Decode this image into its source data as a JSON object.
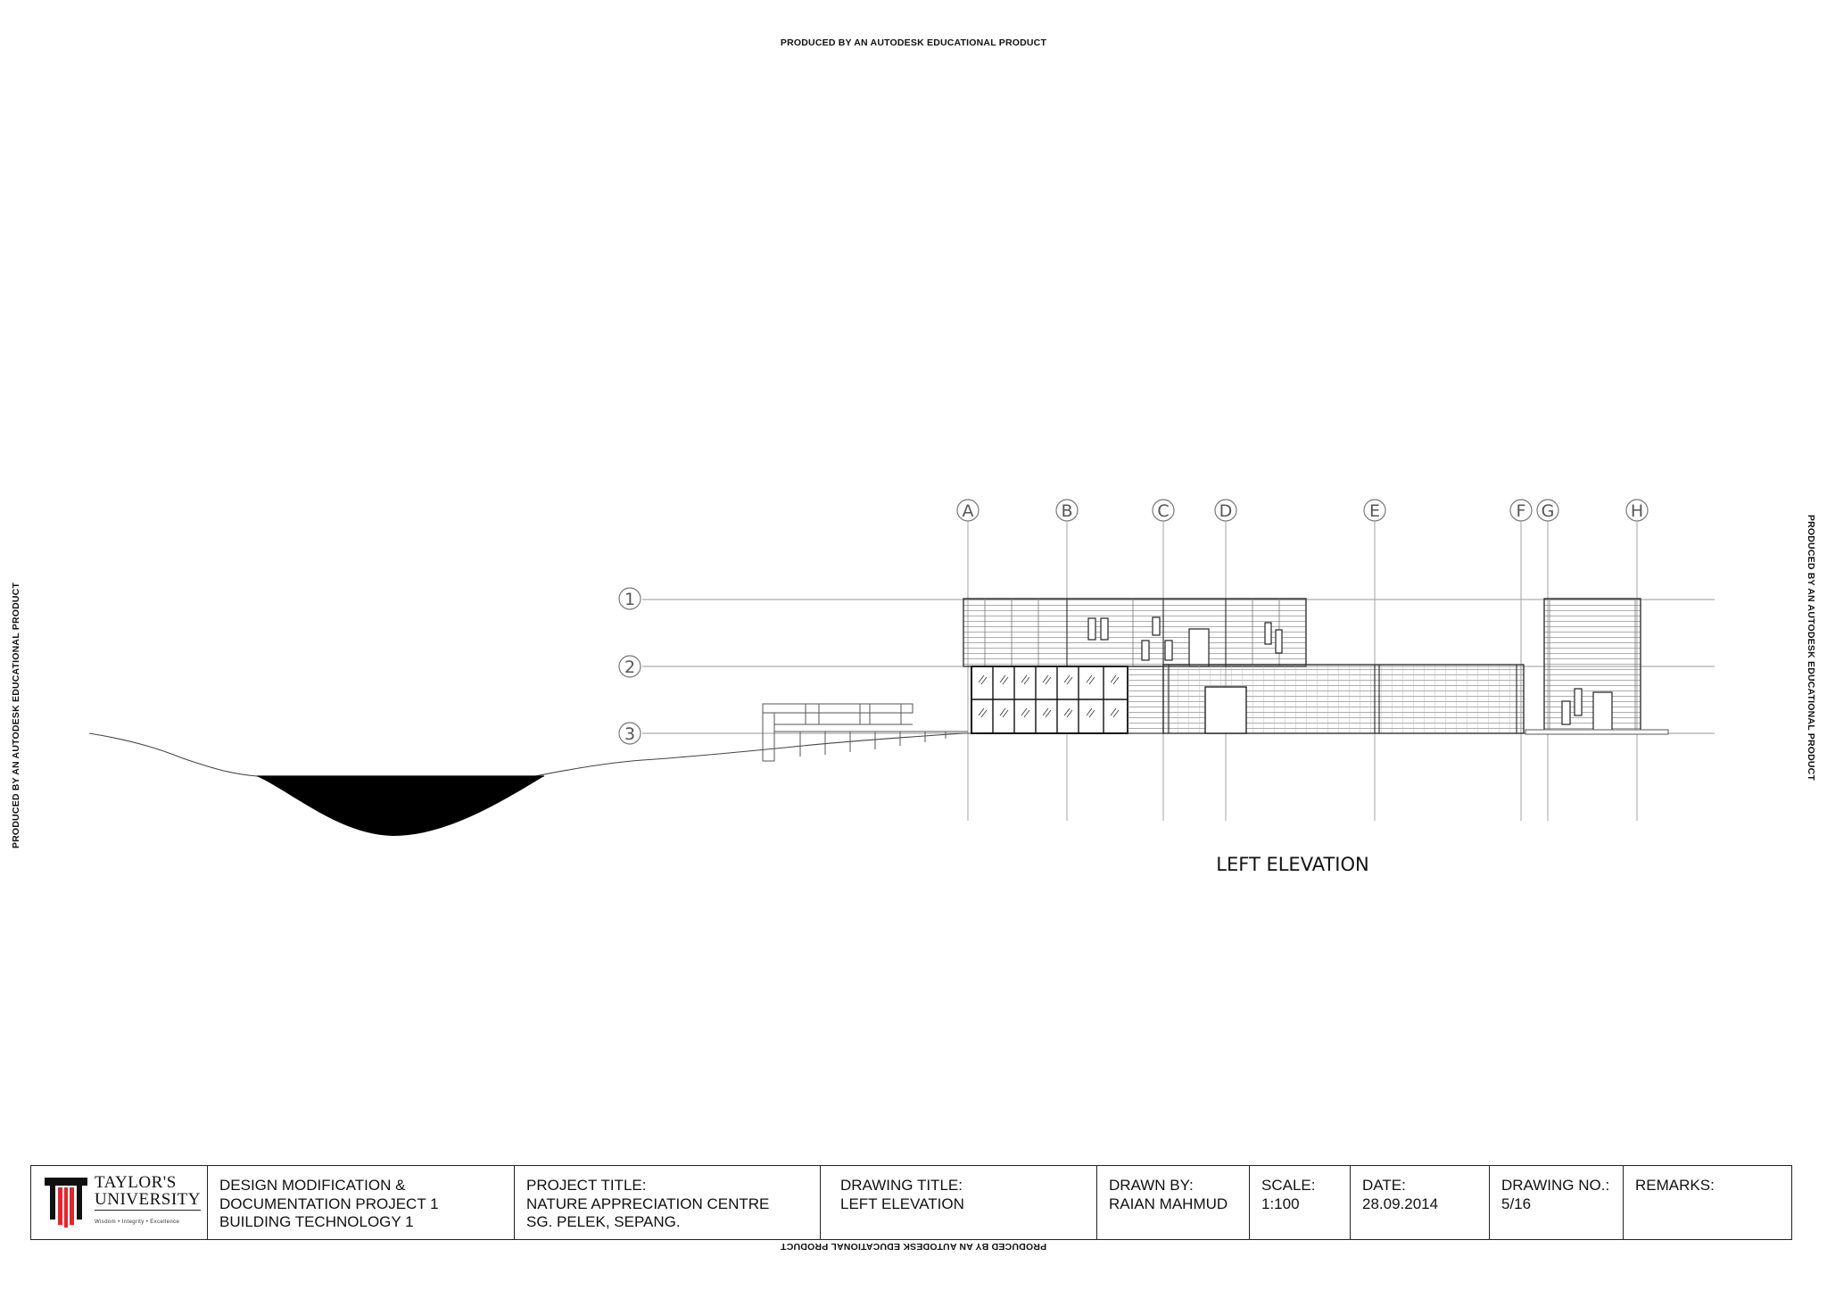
{
  "watermark": "PRODUCED BY AN AUTODESK EDUCATIONAL PRODUCT",
  "drawing": {
    "caption": "LEFT ELEVATION",
    "column_grid": [
      "A",
      "B",
      "C",
      "D",
      "E",
      "F",
      "G",
      "H"
    ],
    "level_grid": [
      "1",
      "2",
      "3"
    ]
  },
  "title_block": {
    "logo": {
      "name_line1": "TAYLOR'S",
      "name_line2": "UNIVERSITY",
      "tagline": "Wisdom • Integrity • Excellence",
      "colors": {
        "red": "#e0262e",
        "black": "#111111"
      }
    },
    "course": {
      "line1": "DESIGN MODIFICATION &",
      "line2": "DOCUMENTATION PROJECT 1",
      "line3": "BUILDING TECHNOLOGY 1"
    },
    "project": {
      "label": "PROJECT TITLE:",
      "line1": "NATURE APPRECIATION CENTRE",
      "line2": "SG. PELEK, SEPANG."
    },
    "drawing_title": {
      "label": "DRAWING TITLE:",
      "value": "LEFT ELEVATION"
    },
    "drawn_by": {
      "label": "DRAWN BY:",
      "value": "RAIAN MAHMUD"
    },
    "scale": {
      "label": "SCALE:",
      "value": "1:100"
    },
    "date": {
      "label": "DATE:",
      "value": "28.09.2014"
    },
    "drawing_no": {
      "label": "DRAWING NO.:",
      "value": "5/16"
    },
    "remarks": {
      "label": "REMARKS:",
      "value": ""
    }
  }
}
